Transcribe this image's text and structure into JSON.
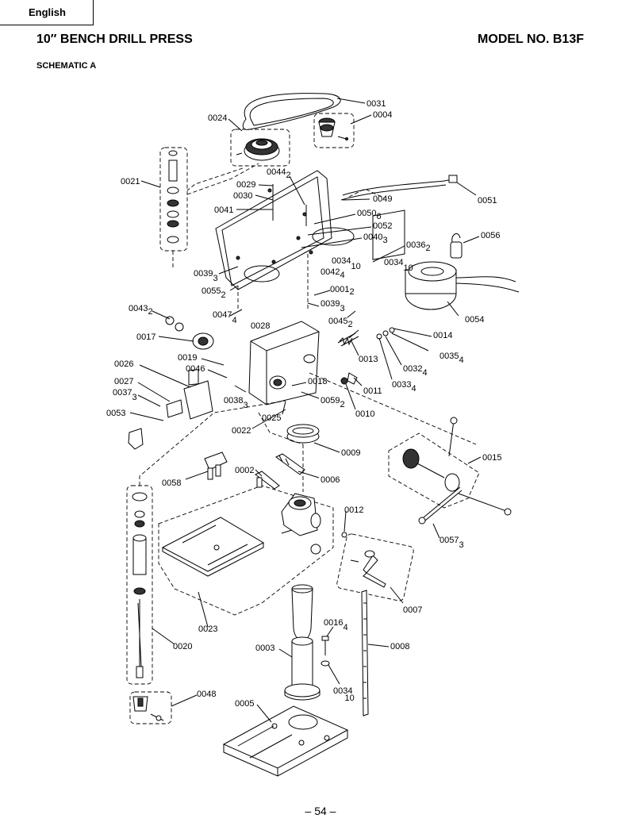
{
  "header": {
    "language": "English",
    "title": "10″ BENCH DRILL PRESS",
    "model": "MODEL NO. B13F",
    "subtitle": "SCHEMATIC A"
  },
  "footer": {
    "page": "– 54 –"
  },
  "callouts": [
    {
      "id": "0031",
      "label": "0031",
      "sub": ""
    },
    {
      "id": "0004",
      "label": "0004",
      "sub": ""
    },
    {
      "id": "0024",
      "label": "0024",
      "sub": ""
    },
    {
      "id": "0021",
      "label": "0021",
      "sub": ""
    },
    {
      "id": "0044",
      "label": "0044",
      "sub": "2"
    },
    {
      "id": "0029",
      "label": "0029",
      "sub": ""
    },
    {
      "id": "0030",
      "label": "0030",
      "sub": ""
    },
    {
      "id": "0041",
      "label": "0041",
      "sub": ""
    },
    {
      "id": "0049",
      "label": "0049",
      "sub": ""
    },
    {
      "id": "0051",
      "label": "0051",
      "sub": ""
    },
    {
      "id": "0050",
      "label": "0050",
      "sub": "6"
    },
    {
      "id": "0052",
      "label": "0052",
      "sub": ""
    },
    {
      "id": "0040",
      "label": "0040",
      "sub": "3"
    },
    {
      "id": "0036",
      "label": "0036",
      "sub": "2"
    },
    {
      "id": "0056",
      "label": "0056",
      "sub": ""
    },
    {
      "id": "0034a",
      "label": "0034",
      "sub": "10"
    },
    {
      "id": "0034b",
      "label": "0034",
      "sub": "10"
    },
    {
      "id": "0042",
      "label": "0042",
      "sub": "4"
    },
    {
      "id": "0039a",
      "label": "0039",
      "sub": "3"
    },
    {
      "id": "0055",
      "label": "0055",
      "sub": "2"
    },
    {
      "id": "0001",
      "label": "0001",
      "sub": "2"
    },
    {
      "id": "0039b",
      "label": "0039",
      "sub": "3"
    },
    {
      "id": "0054",
      "label": "0054",
      "sub": ""
    },
    {
      "id": "0043",
      "label": "0043",
      "sub": "2"
    },
    {
      "id": "0047",
      "label": "0047",
      "sub": "4"
    },
    {
      "id": "0028",
      "label": "0028",
      "sub": ""
    },
    {
      "id": "0045",
      "label": "0045",
      "sub": "2"
    },
    {
      "id": "0014",
      "label": "0014",
      "sub": ""
    },
    {
      "id": "0017",
      "label": "0017",
      "sub": ""
    },
    {
      "id": "0035",
      "label": "0035",
      "sub": "4"
    },
    {
      "id": "0019",
      "label": "0019",
      "sub": ""
    },
    {
      "id": "0013",
      "label": "0013",
      "sub": ""
    },
    {
      "id": "0032",
      "label": "0032",
      "sub": "4"
    },
    {
      "id": "0026",
      "label": "0026",
      "sub": ""
    },
    {
      "id": "0046",
      "label": "0046",
      "sub": ""
    },
    {
      "id": "0033",
      "label": "0033",
      "sub": "4"
    },
    {
      "id": "0027",
      "label": "0027",
      "sub": ""
    },
    {
      "id": "0018",
      "label": "0018",
      "sub": ""
    },
    {
      "id": "0011",
      "label": "0011",
      "sub": ""
    },
    {
      "id": "0037",
      "label": "0037",
      "sub": "3"
    },
    {
      "id": "0038",
      "label": "0038",
      "sub": "3"
    },
    {
      "id": "0059",
      "label": "0059",
      "sub": "2"
    },
    {
      "id": "0010",
      "label": "0010",
      "sub": ""
    },
    {
      "id": "0053",
      "label": "0053",
      "sub": ""
    },
    {
      "id": "0025",
      "label": "0025",
      "sub": ""
    },
    {
      "id": "0022",
      "label": "0022",
      "sub": ""
    },
    {
      "id": "0009",
      "label": "0009",
      "sub": ""
    },
    {
      "id": "0015",
      "label": "0015",
      "sub": ""
    },
    {
      "id": "0058",
      "label": "0058",
      "sub": ""
    },
    {
      "id": "0002",
      "label": "0002",
      "sub": ""
    },
    {
      "id": "0006",
      "label": "0006",
      "sub": ""
    },
    {
      "id": "0012",
      "label": "0012",
      "sub": ""
    },
    {
      "id": "0057",
      "label": "0057",
      "sub": "3"
    },
    {
      "id": "0007",
      "label": "0007",
      "sub": ""
    },
    {
      "id": "0023",
      "label": "0023",
      "sub": ""
    },
    {
      "id": "0020",
      "label": "0020",
      "sub": ""
    },
    {
      "id": "0016",
      "label": "0016",
      "sub": "4"
    },
    {
      "id": "0003",
      "label": "0003",
      "sub": ""
    },
    {
      "id": "0008",
      "label": "0008",
      "sub": ""
    },
    {
      "id": "0034c",
      "label": "0034",
      "sub": "10"
    },
    {
      "id": "0048",
      "label": "0048",
      "sub": ""
    },
    {
      "id": "0005",
      "label": "0005",
      "sub": ""
    }
  ]
}
